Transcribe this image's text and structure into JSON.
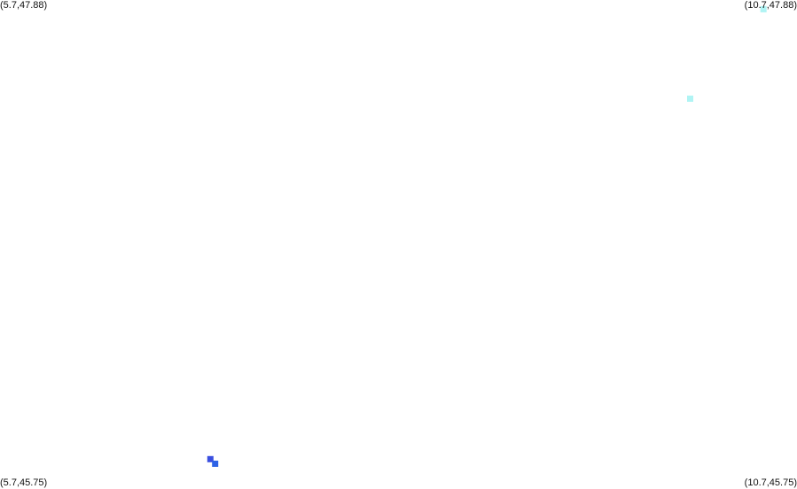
{
  "corners": {
    "top_left": "(5.7,47.88)",
    "top_right": "(10.7,47.88)",
    "bottom_left": "(5.7,45.75)",
    "bottom_right": "(10.7,45.75)"
  },
  "bounds": {
    "lon_min": 5.7,
    "lon_max": 10.7,
    "lat_min": 45.75,
    "lat_max": 47.88
  },
  "points": [
    {
      "lon": 10.49,
      "lat": 47.84,
      "color": "#b0f4f4"
    },
    {
      "lon": 10.03,
      "lat": 47.45,
      "color": "#b0f4f4"
    },
    {
      "lon": 7.02,
      "lat": 45.88,
      "color": "#3a4fe0"
    },
    {
      "lon": 7.05,
      "lat": 45.86,
      "color": "#2d63e6"
    }
  ]
}
